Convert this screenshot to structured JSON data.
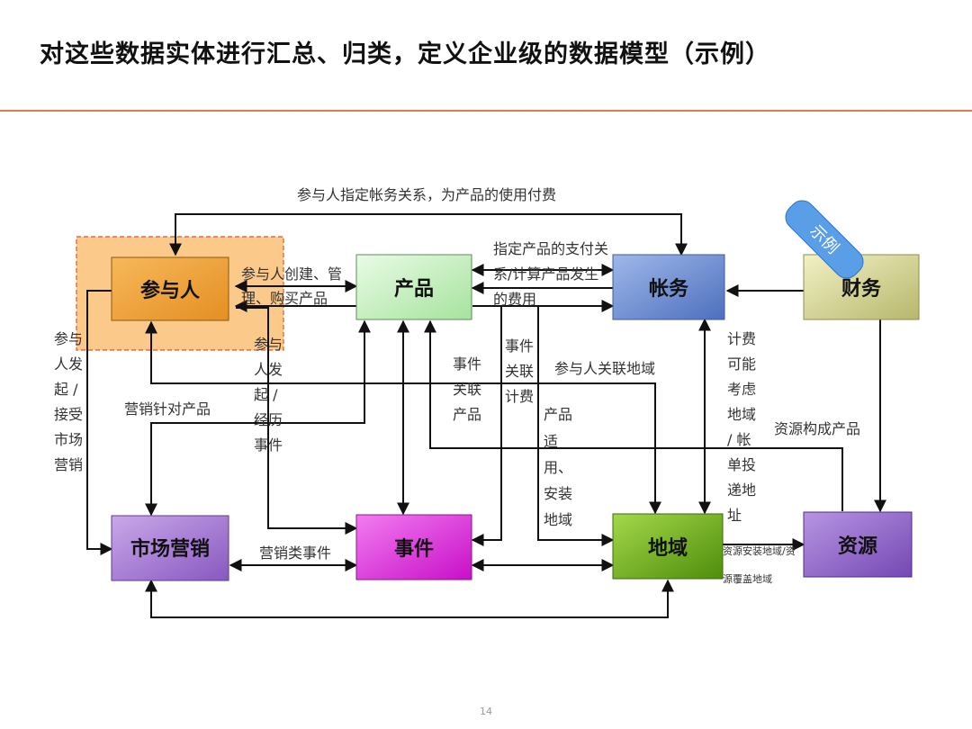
{
  "title": "对这些数据实体进行汇总、归类，定义企业级的数据模型（示例）",
  "page_number": "14",
  "badge": "示例",
  "entities": {
    "participant": "参与人",
    "product": "产品",
    "account": "帐务",
    "finance": "财务",
    "marketing": "市场营销",
    "event": "事件",
    "region": "地域",
    "resource": "资源"
  },
  "relations": {
    "top_loop": "参与人指定帐务关系，为产品的使用付费",
    "create_buy_1": "参与人创建、管",
    "create_buy_2": "理、购买产品",
    "pay_1": "指定产品的支付关",
    "pay_2": "系/计算产品发生",
    "pay_3": "的费用",
    "initiate_accept": [
      "参与",
      "人发",
      "起 /",
      "接受",
      "市场",
      "营销"
    ],
    "initiate_experience": [
      "参与",
      "人发",
      "起 /",
      "经历",
      "事件"
    ],
    "event_product": [
      "事件",
      "关联",
      "产品"
    ],
    "event_billing": [
      "事件",
      "关联",
      "计费"
    ],
    "participant_region": "参与人关联地域",
    "product_region": [
      "产品",
      "适",
      "用、",
      "安装",
      "地域"
    ],
    "billing_region": [
      "计费",
      "可能",
      "考虑",
      "地域",
      "/  帐",
      "单投",
      "递地",
      "址"
    ],
    "resource_product": "资源构成产品",
    "marketing_product": "营销针对产品",
    "marketing_event": "营销类事件",
    "resource_region_1": "资源安装地域/资",
    "resource_region_2": "源覆盖地域"
  },
  "colors": {
    "title_rule": "#e07b4f",
    "participant": "#f0a33a",
    "participant_highlight": "#fbc98a",
    "product": "#c9f0c4",
    "account": "#6f8fce",
    "finance": "#dcdca0",
    "marketing": "#b08ad8",
    "event": "#e23be0",
    "region": "#7bb81f",
    "resource": "#9a70d0",
    "badge": "#5b9ee8"
  }
}
